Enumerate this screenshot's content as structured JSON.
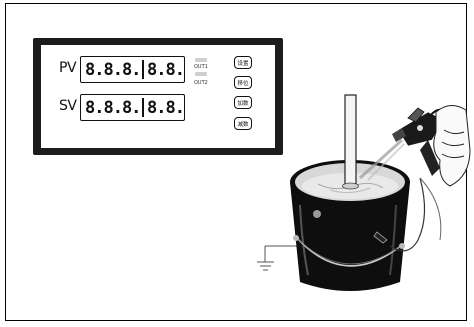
{
  "controller": {
    "pv_label": "PV",
    "sv_label": "SV",
    "pv_main": "8.8.8.",
    "pv_sub": "8.8.",
    "sv_main": "8.8.8.",
    "sv_sub": "8.8.",
    "out1_label": "OUT1",
    "out2_label": "OUT2",
    "buttons": [
      "设置",
      "移位",
      "加数",
      "减数"
    ]
  }
}
